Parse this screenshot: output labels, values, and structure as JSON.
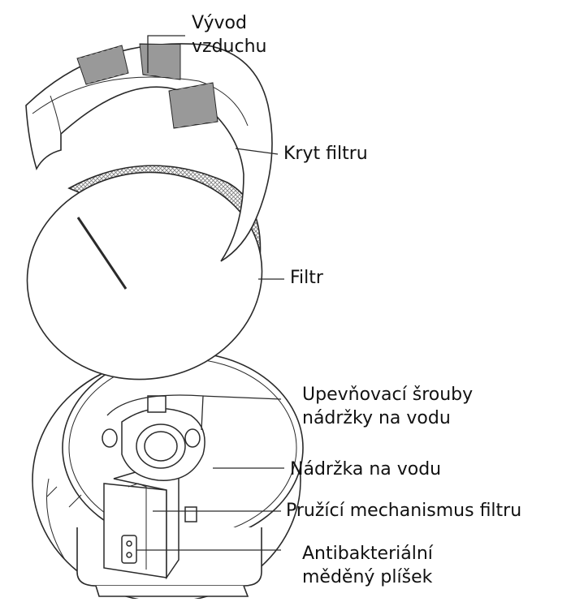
{
  "diagram": {
    "labels": {
      "air_outlet": [
        "Vývod",
        "vzduchu"
      ],
      "filter_cover": [
        "Kryt filtru"
      ],
      "filter": [
        "Filtr"
      ],
      "tank_screws": [
        "Upevňovací šrouby",
        "nádržky na vodu"
      ],
      "water_tank": [
        "Nádržka na vodu"
      ],
      "filter_spring": [
        "Pružící mechanismus filtru"
      ],
      "copper_strip": [
        "Antibakteriální",
        "měděný plíšek"
      ]
    },
    "colors": {
      "line": "#2a2a2a",
      "fill": "#ffffff",
      "mesh": "#8a8a8a",
      "text": "#111111"
    }
  }
}
